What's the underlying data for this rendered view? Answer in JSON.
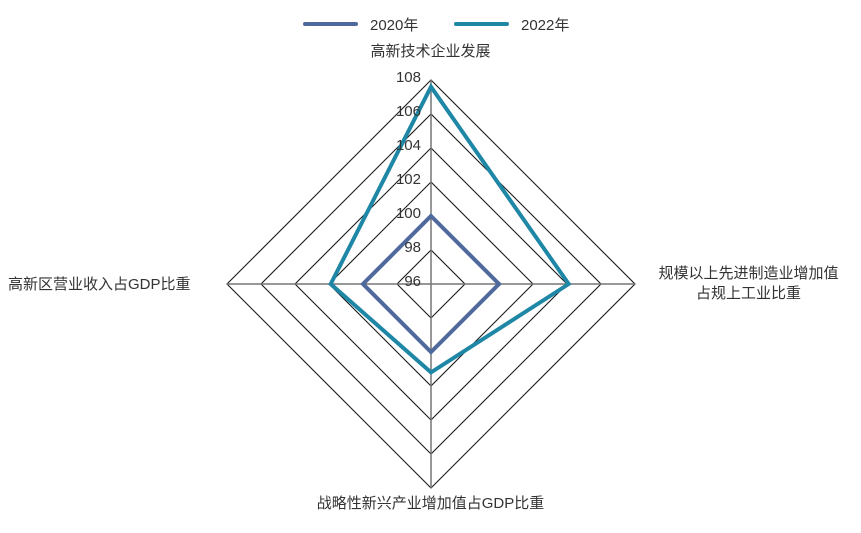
{
  "chart_data": {
    "type": "radar",
    "title": "",
    "axes": [
      "高新技术企业发展",
      "规模以上先进制造业增加值占规上工业比重",
      "战略性新兴产业增加值占GDP比重",
      "高新区营业收入占GDP比重"
    ],
    "axis_labels": {
      "top": "高新技术企业发展",
      "right_line1": "规模以上先进制造业增加值",
      "right_line2": "占规上工业比重",
      "bottom": "战略性新兴产业增加值占GDP比重",
      "left": "高新区营业收入占GDP比重"
    },
    "radial_ticks": [
      "96",
      "98",
      "100",
      "102",
      "104",
      "106",
      "108"
    ],
    "rlim": [
      96,
      108
    ],
    "grid": true,
    "grid_shape": "polygon",
    "legend_position": "top",
    "series": [
      {
        "name": "2020年",
        "color": "#50699C",
        "values": [
          100.0,
          100.0,
          100.0,
          100.0
        ]
      },
      {
        "name": "2022年",
        "color": "#1F87A6",
        "values": [
          107.6,
          104.1,
          101.2,
          101.9
        ]
      }
    ]
  },
  "legend": {
    "items": [
      {
        "label": "2020年",
        "color": "#50699C"
      },
      {
        "label": "2022年",
        "color": "#1F87A6"
      }
    ]
  },
  "style": {
    "grid_color": "#1a1a1a",
    "axis_color": "#777777"
  }
}
